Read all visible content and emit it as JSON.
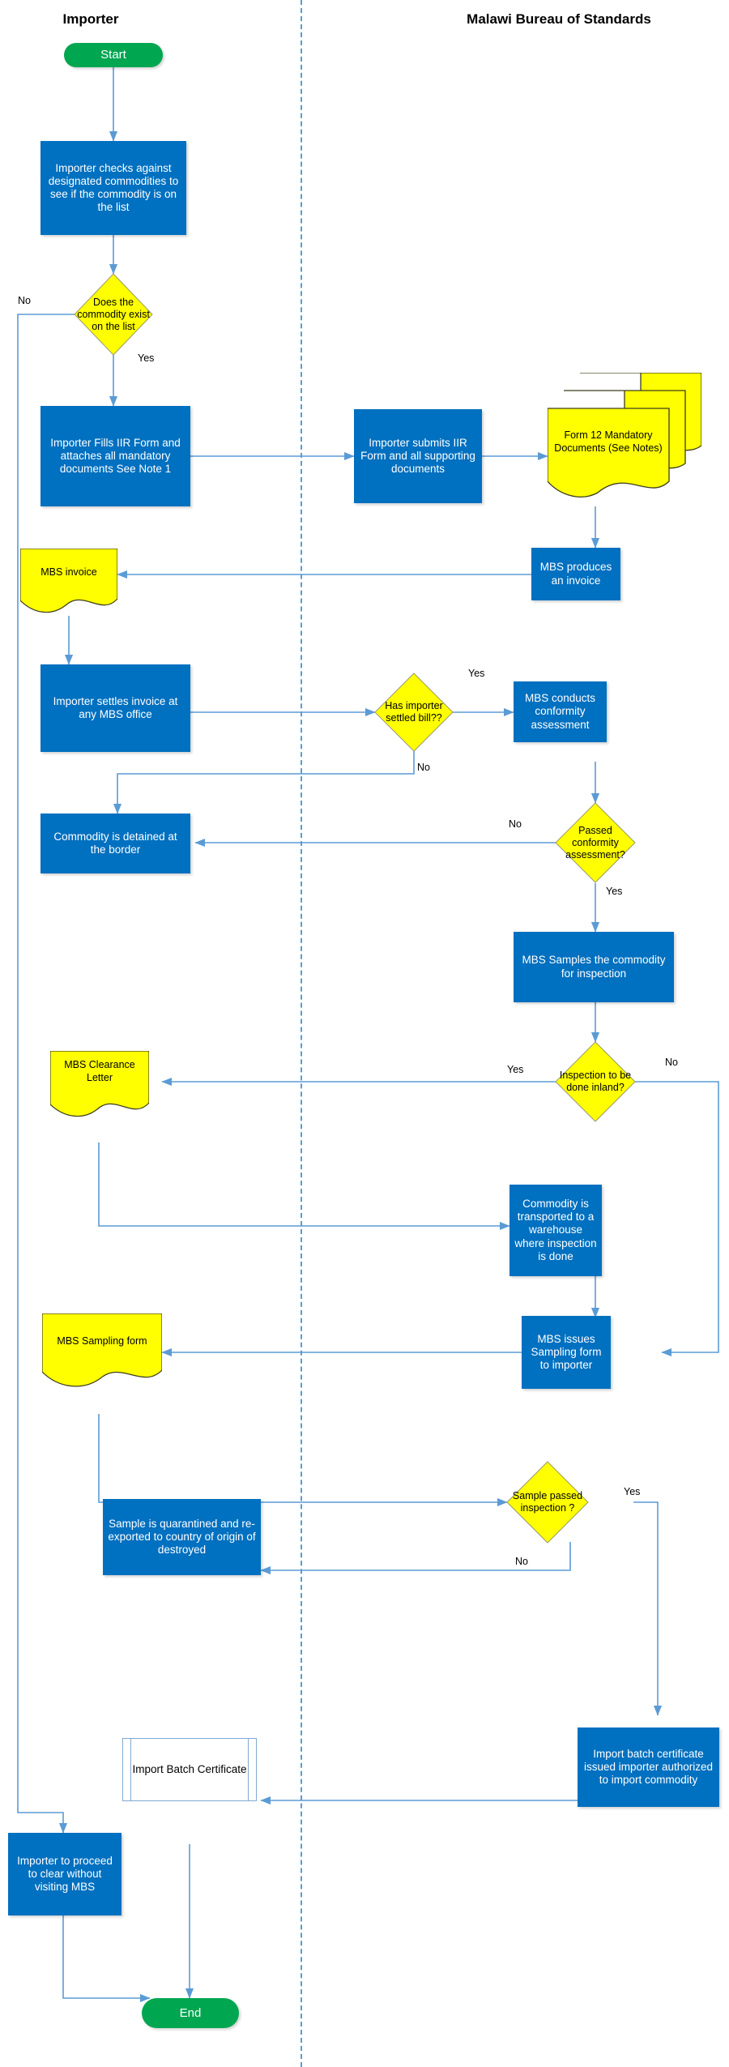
{
  "lanes": {
    "left_title": "Importer",
    "right_title": "Malawi Bureau of Standards"
  },
  "colors": {
    "process_fill": "#0070c0",
    "terminator_fill": "#00a650",
    "decision_fill": "#ffff00",
    "document_fill": "#ffff00",
    "connector": "#5b9bd5",
    "lane_divider": "#5b9bd5",
    "text_on_process": "#ffffff",
    "text_on_decision": "#000000"
  },
  "nodes": {
    "start": {
      "label": "Start",
      "shape": "terminator"
    },
    "check_list": {
      "label": "Importer checks against designated commodities to see if the commodity is on the list",
      "shape": "process"
    },
    "commodity_exists": {
      "label": "Does the commodity exist on the list",
      "shape": "decision"
    },
    "fills_iir": {
      "label": "Importer Fills IIR Form and attaches all mandatory documents See Note 1",
      "shape": "process"
    },
    "submits_iir": {
      "label": "Importer submits IIR Form and all supporting documents",
      "shape": "process"
    },
    "form12": {
      "label": "Form 12 Mandatory Documents (See Notes)",
      "shape": "multidocument"
    },
    "mbs_invoice_doc": {
      "label": "MBS invoice",
      "shape": "document"
    },
    "mbs_produces_invoice": {
      "label": "MBS produces an invoice",
      "shape": "process"
    },
    "settles_invoice": {
      "label": "Importer settles invoice at any MBS office",
      "shape": "process"
    },
    "has_settled_bill": {
      "label": "Has importer settled bill??",
      "shape": "decision"
    },
    "conformity_assessment": {
      "label": "MBS conducts conformity assessment",
      "shape": "process"
    },
    "commodity_detained": {
      "label": "Commodity is detained at the border",
      "shape": "process"
    },
    "passed_conformity": {
      "label": "Passed conformity assessment?",
      "shape": "decision"
    },
    "mbs_samples": {
      "label": "MBS Samples the commodity for inspection",
      "shape": "process"
    },
    "clearance_letter": {
      "label": "MBS Clearance Letter",
      "shape": "document"
    },
    "inspection_inland": {
      "label": "Inspection to be done inland?",
      "shape": "decision"
    },
    "transported_warehouse": {
      "label": "Commodity is transported to a warehouse where inspection is done",
      "shape": "process"
    },
    "sampling_form_doc": {
      "label": "MBS Sampling form",
      "shape": "document"
    },
    "issues_sampling_form": {
      "label": "MBS issues Sampling form to importer",
      "shape": "process"
    },
    "sample_passed": {
      "label": "Sample passed inspection ?",
      "shape": "decision"
    },
    "sample_quarantined": {
      "label": "Sample is quarantined and re-exported to country of origin of destroyed",
      "shape": "process"
    },
    "import_batch_cert_doc": {
      "label": "Import Batch Certificate",
      "shape": "predefined-process"
    },
    "import_batch_cert": {
      "label": "Import batch certificate issued importer authorized to import commodity",
      "shape": "process"
    },
    "proceed_clear": {
      "label": "Importer to proceed to clear without visiting MBS",
      "shape": "process"
    },
    "end": {
      "label": "End",
      "shape": "terminator"
    }
  },
  "edge_labels": {
    "commodity_exists_no": "No",
    "commodity_exists_yes": "Yes",
    "has_settled_bill_yes": "Yes",
    "has_settled_bill_no": "No",
    "passed_conformity_no": "No",
    "passed_conformity_yes": "Yes",
    "inspection_inland_yes": "Yes",
    "inspection_inland_no": "No",
    "sample_passed_yes": "Yes",
    "sample_passed_no": "No"
  }
}
